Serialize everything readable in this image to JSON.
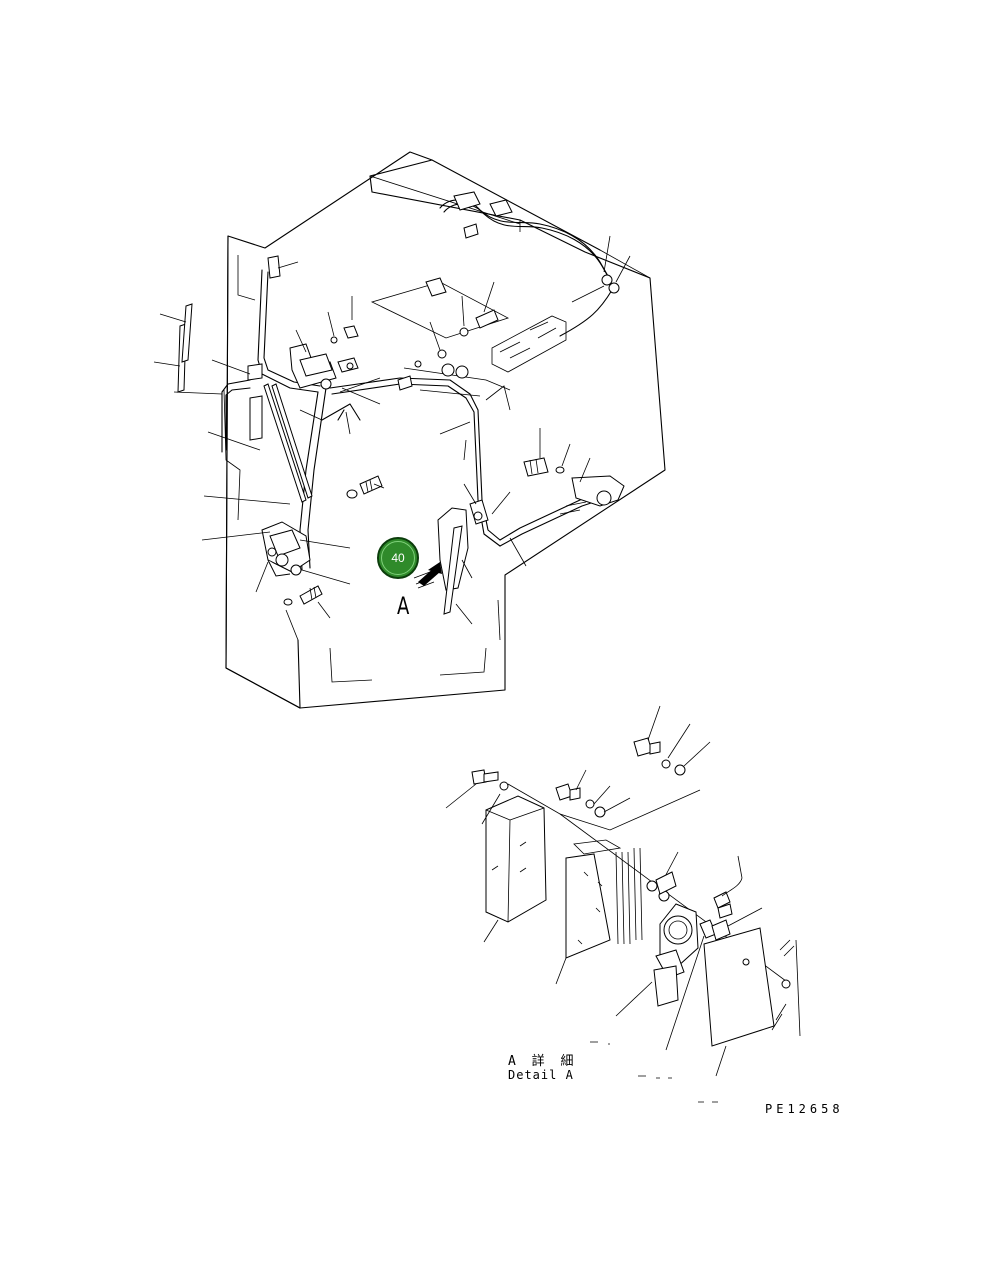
{
  "diagram": {
    "callout_badge": {
      "number": "40",
      "color": "#2f8a2a"
    },
    "view_marker": "A",
    "detail_title_jp": "A 詳 細",
    "detail_title_en": "Detail A",
    "drawing_number": "PE12658"
  }
}
